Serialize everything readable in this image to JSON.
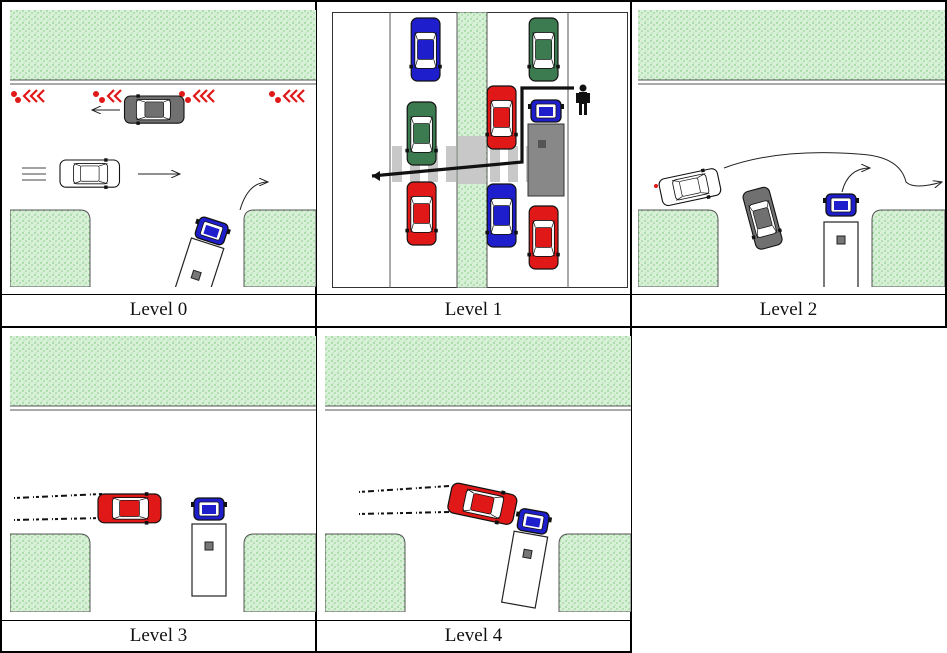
{
  "figure": {
    "panels": [
      {
        "id": 0,
        "caption": "Level 0"
      },
      {
        "id": 1,
        "caption": "Level 1"
      },
      {
        "id": 2,
        "caption": "Level 2"
      },
      {
        "id": 3,
        "caption": "Level 3"
      },
      {
        "id": 4,
        "caption": "Level 4"
      }
    ]
  },
  "colors": {
    "grass": "#d8f0d8",
    "grass_dots": "#6cc46c",
    "road_line": "#555555",
    "truck_cab": "#1e1ecc",
    "car_red": "#e01818",
    "car_green": "#3c7a50",
    "car_blue": "#1e1ecc",
    "car_gray": "#707070",
    "hazard": "#e01818"
  }
}
